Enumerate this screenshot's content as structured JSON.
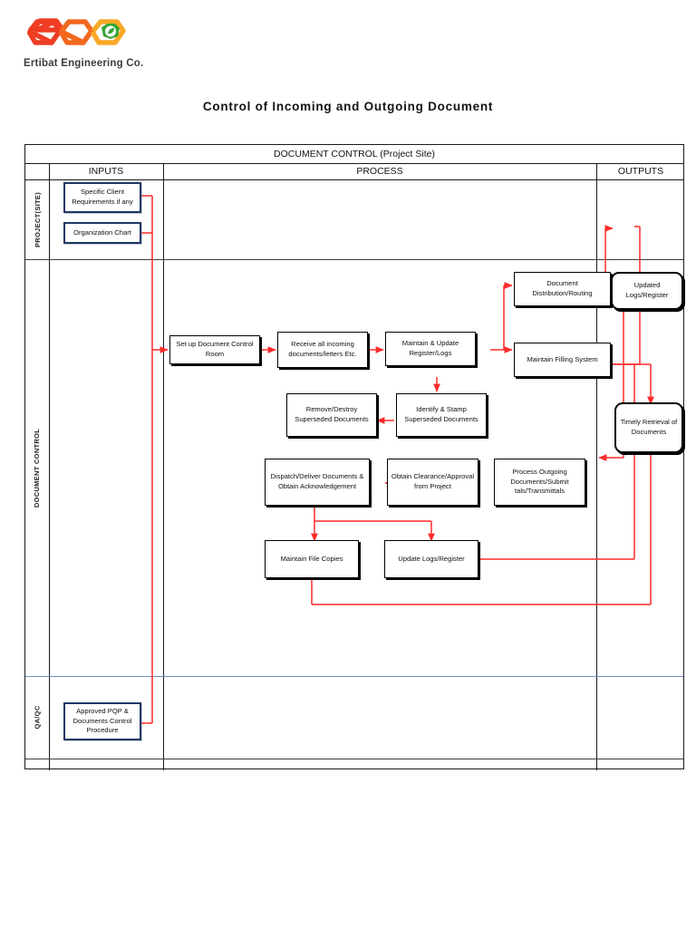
{
  "company": {
    "logo_name": "ertibat-logo",
    "name": "Ertibat Engineering Co.",
    "colors": {
      "red": "#ee3d23",
      "orange": "#f28f1e",
      "amber": "#f9a826",
      "green": "#36a535"
    }
  },
  "document": {
    "title": "Control of Incoming and Outgoing Document"
  },
  "table": {
    "banner": "DOCUMENT CONTROL (Project Site)",
    "headers": {
      "lane": "",
      "inputs": "INPUTS",
      "process": "PROCESS",
      "outputs": "OUTPUTS"
    }
  },
  "lanes": [
    {
      "id": "project-site",
      "label": "PROJECT(SITE)"
    },
    {
      "id": "document-control",
      "label": "DOCUMENT CONTROL"
    },
    {
      "id": "qa-qc",
      "label": "QA/QC"
    }
  ],
  "inputs": [
    {
      "id": "specific-client-requirements",
      "label": "Specific Client Requirements if any",
      "lane": "project-site"
    },
    {
      "id": "organization-chart",
      "label": "Organization Chart",
      "lane": "project-site"
    },
    {
      "id": "approved-pqp",
      "label": "Approved PQP & Documents Control Procedure",
      "lane": "qa-qc"
    }
  ],
  "process": [
    {
      "id": "set-up-document-control-room",
      "label": "Set up Document Control Room"
    },
    {
      "id": "receive-all-incoming-documents",
      "label": "Receive all incoming documents/letters Etc."
    },
    {
      "id": "maintain-update-register-logs",
      "label": "Maintain & Update Register/Logs"
    },
    {
      "id": "document-distribution-routing",
      "label": "Document Distribution/Routing"
    },
    {
      "id": "maintain-filling-system",
      "label": "Maintain Filling System"
    },
    {
      "id": "identify-stamp-superseded-documents",
      "label": "Identify & Stamp Superseded Documents"
    },
    {
      "id": "remove-destroy-superseded-documents",
      "label": "Remove/Destroy Superseded Documents"
    },
    {
      "id": "process-outgoing-documents",
      "label": "Process Outgoing Documents/Submit tals/Transmittals"
    },
    {
      "id": "obtain-clearance-approval",
      "label": "Obtain Clearance/Approval from Project"
    },
    {
      "id": "dispatch-deliver-documents",
      "label": "Dispatch/Deliver Documents & Obtain Acknowledgement"
    },
    {
      "id": "maintain-file-copies",
      "label": "Maintain File Copies"
    },
    {
      "id": "update-logs-register",
      "label": "Update Logs/Register"
    }
  ],
  "outputs": [
    {
      "id": "updated-logs-register",
      "label": "Updated Logs/Register"
    },
    {
      "id": "timely-retrieval-of-documents",
      "label": "Timely Retrieval of Documents"
    }
  ],
  "connector_color": "#ff2a2a"
}
